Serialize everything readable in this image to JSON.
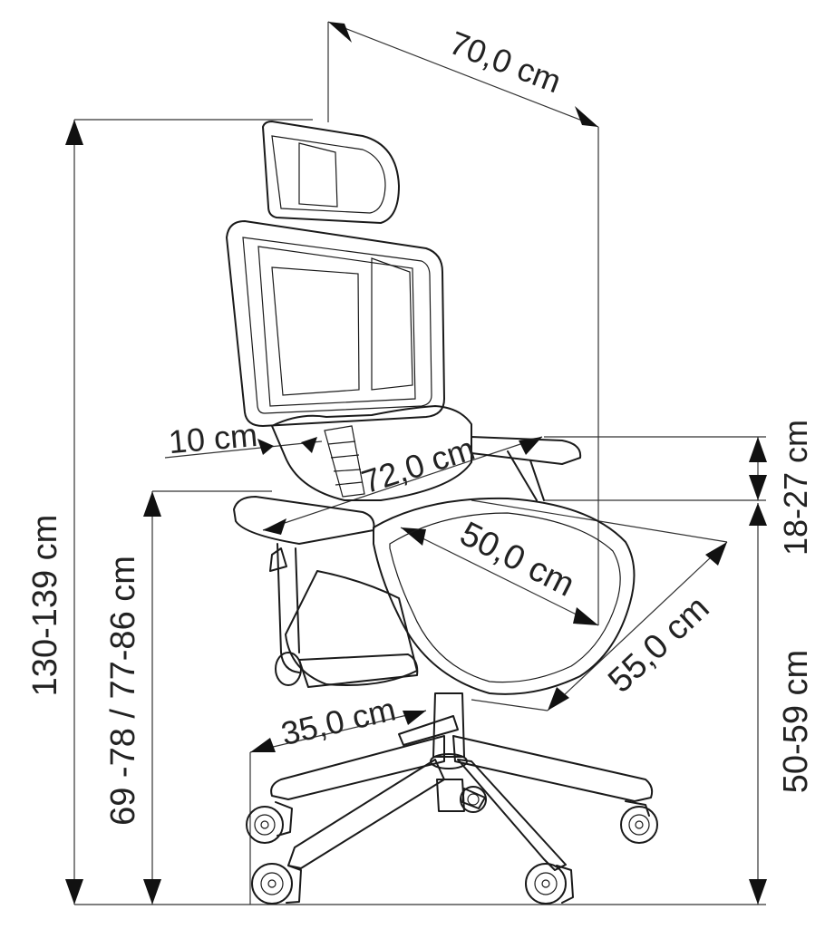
{
  "labels": {
    "depth_total": "70,0 cm",
    "height_total": "130-139 cm",
    "arm_height": "69 -78 / 77-86 cm",
    "arm_width": "10 cm",
    "width_total": "72,0 cm",
    "seat_width": "50,0 cm",
    "seat_depth": "55,0 cm",
    "base_radius": "35,0 cm",
    "armrest_adjust": "18-27 cm",
    "seat_height": "50-59 cm"
  }
}
